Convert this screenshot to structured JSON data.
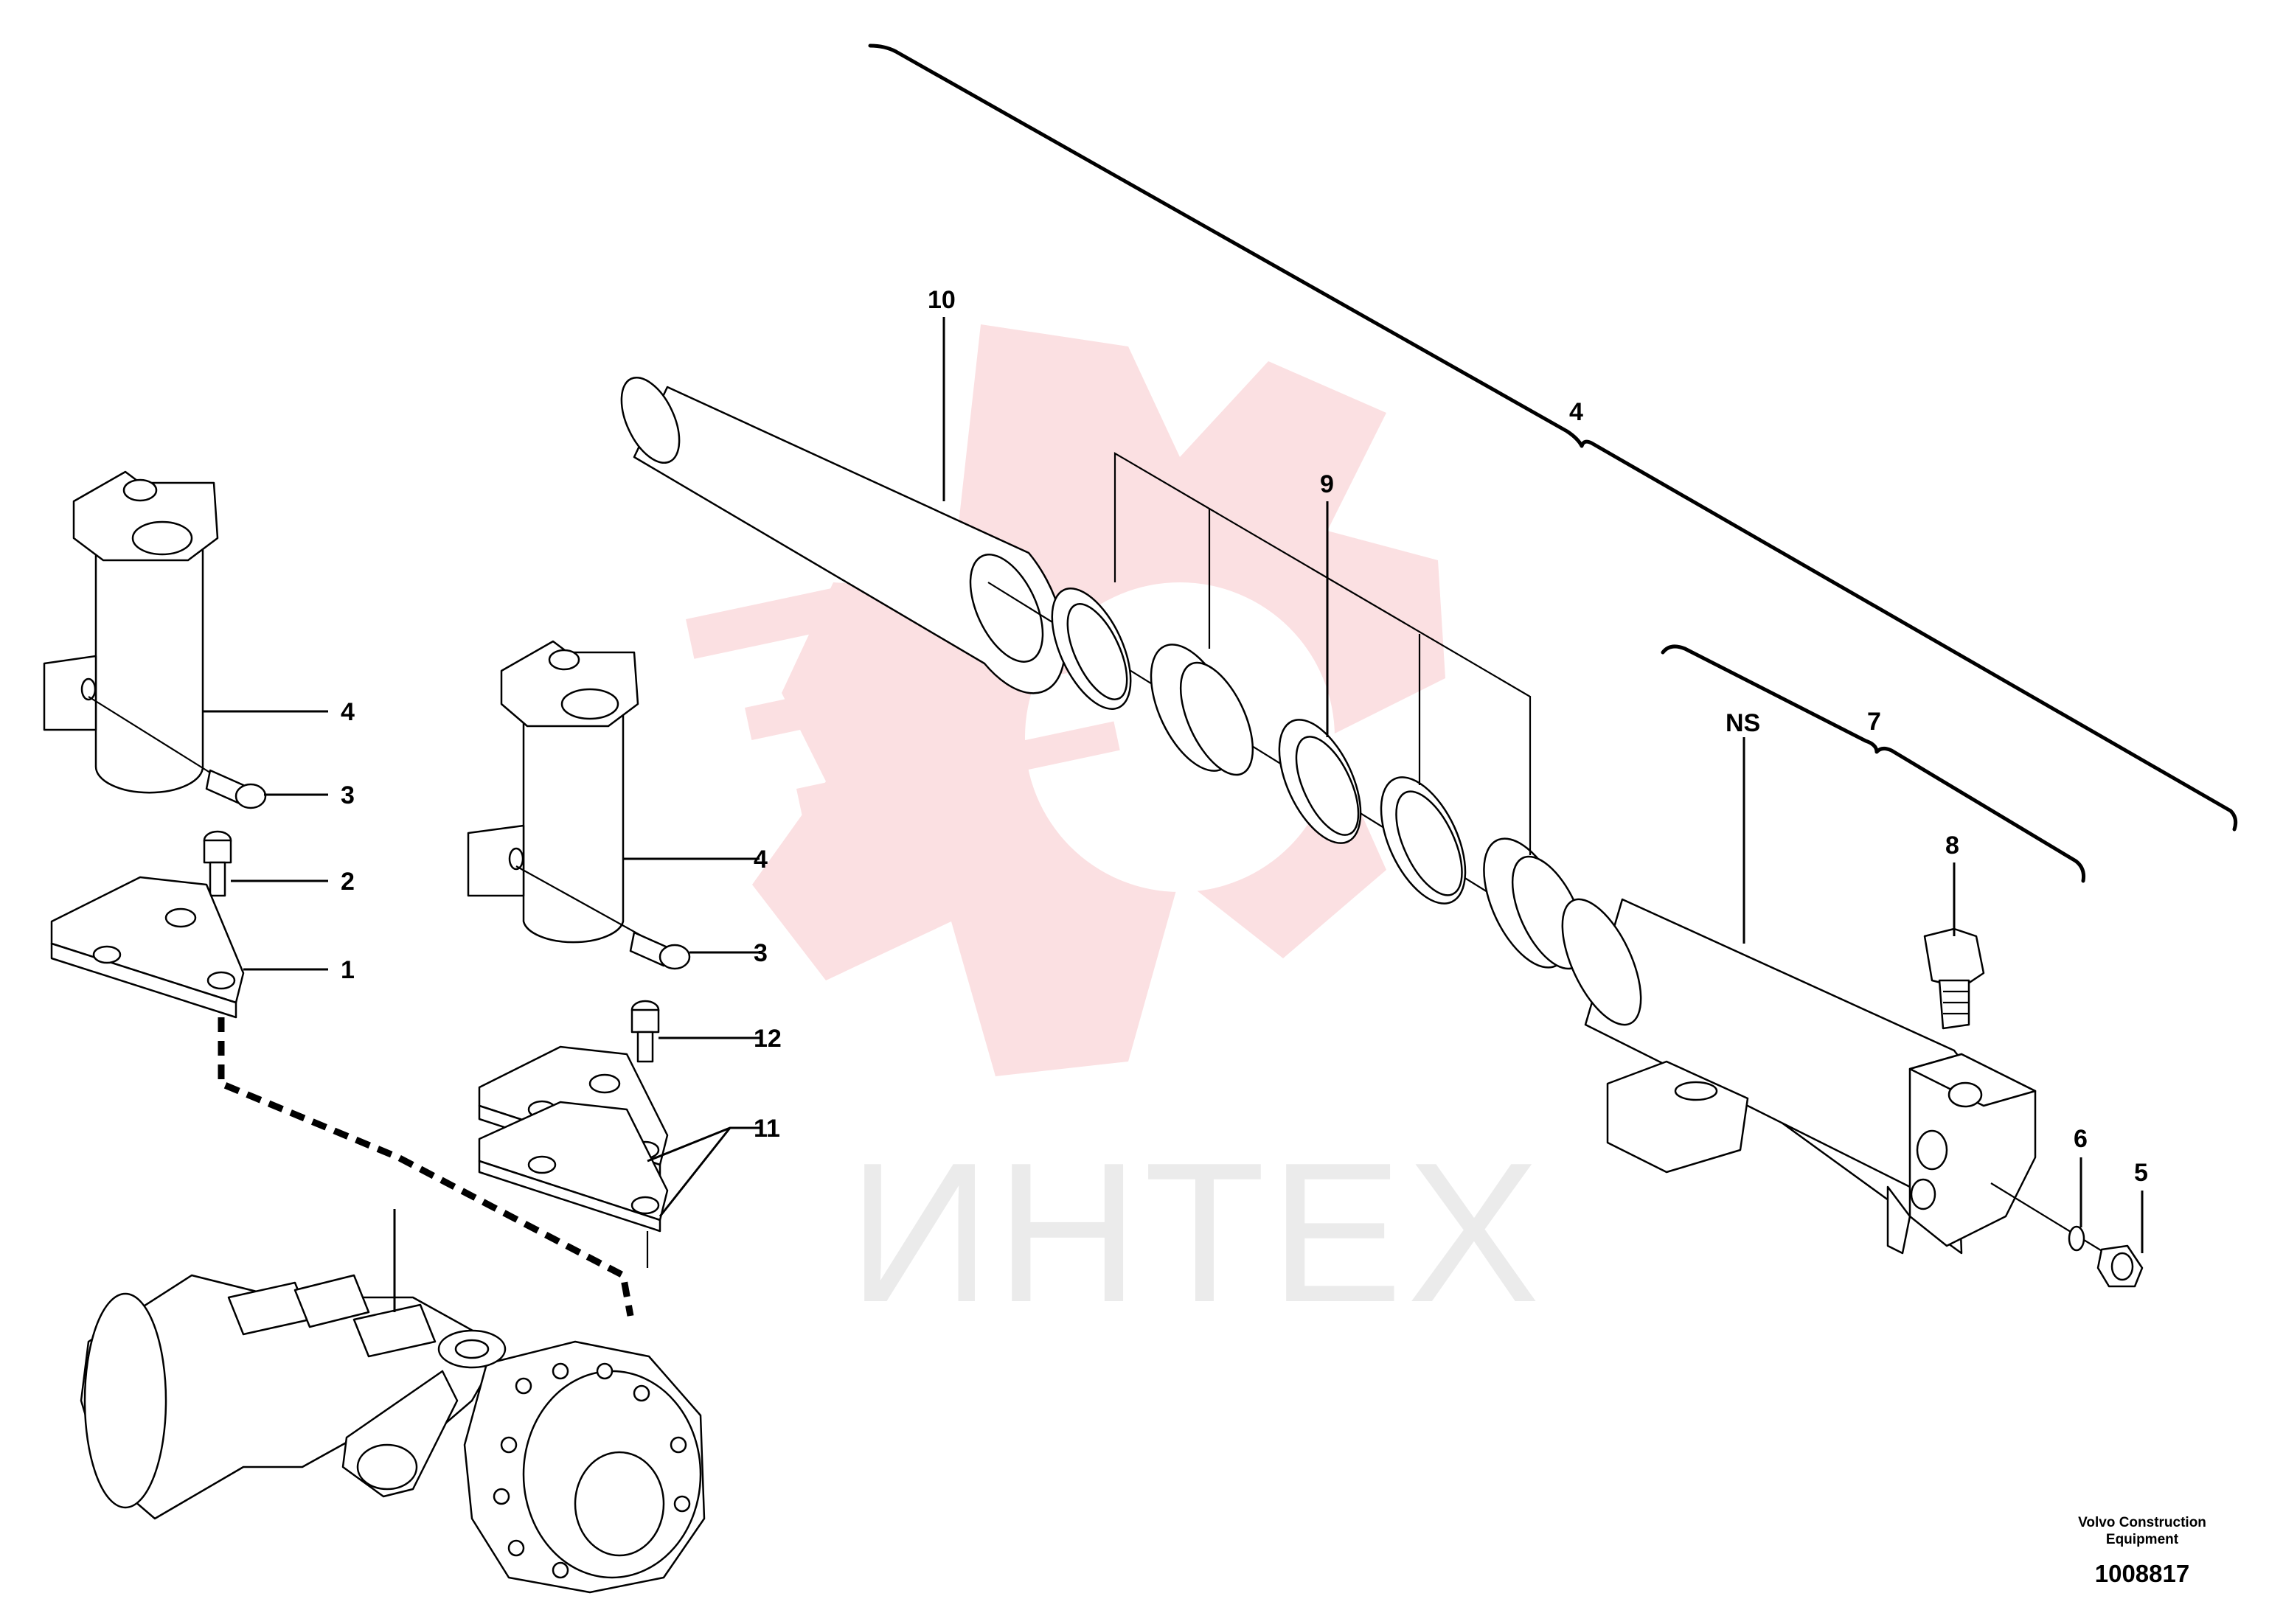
{
  "watermark": {
    "text": "ИНТЕХ",
    "gear_color": "#fbe0e2",
    "text_color": "#ebebeb"
  },
  "callouts": {
    "c10": "10",
    "c4_top": "4",
    "c9": "9",
    "cNS": "NS",
    "c7": "7",
    "c8": "8",
    "c6": "6",
    "c5": "5",
    "c4_left": "4",
    "c3_left": "3",
    "c2": "2",
    "c1": "1",
    "c4_mid": "4",
    "c3_mid": "3",
    "c12": "12",
    "c11": "11"
  },
  "footer": {
    "brand_line1": "Volvo Construction",
    "brand_line2": "Equipment",
    "doc_number": "1008817"
  }
}
